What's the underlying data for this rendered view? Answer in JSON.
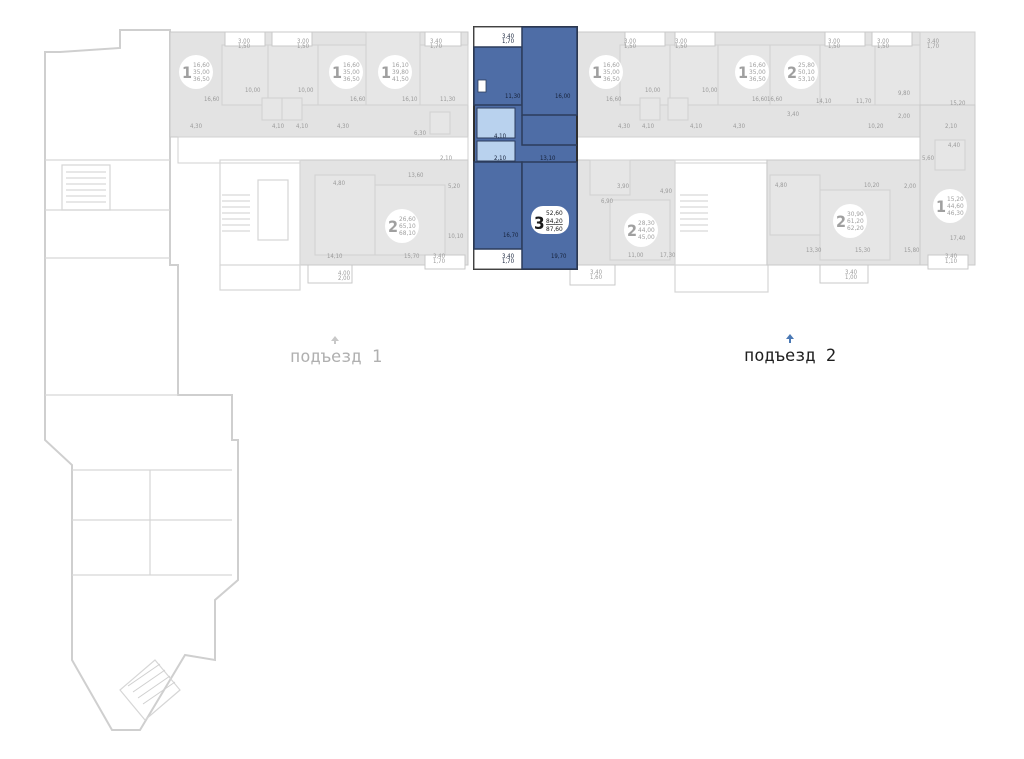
{
  "entrances": [
    {
      "label": "подъезд 1",
      "color": "#b0b0b0",
      "arrow_color": "#c8c8c8"
    },
    {
      "label": "подъезд 2",
      "color": "#1f1f1f",
      "arrow_color": "#4a78b4"
    }
  ],
  "selected_apartment": {
    "rooms": "3",
    "area_living": "52,60",
    "area_total": "84,20",
    "area_full": "87,60",
    "room_areas": [
      "3,40",
      "1,70",
      "11,30",
      "16,00",
      "4,10",
      "2,10",
      "13,10",
      "16,70",
      "19,70",
      "3,40",
      "1,70"
    ]
  },
  "apartments_entrance1_top": [
    {
      "rooms": "1",
      "lines": [
        "16,60",
        "35,00",
        "36,50"
      ]
    },
    {
      "rooms": "1",
      "lines": [
        "16,60",
        "35,00",
        "36,50"
      ]
    },
    {
      "rooms": "1",
      "lines": [
        "16,10",
        "39,80",
        "41,50"
      ]
    }
  ],
  "apartments_entrance1_bottom": [
    {
      "rooms": "2",
      "lines": [
        "26,60",
        "65,10",
        "68,10"
      ]
    }
  ],
  "apartments_entrance2_top": [
    {
      "rooms": "1",
      "lines": [
        "16,60",
        "35,00",
        "36,50"
      ]
    },
    {
      "rooms": "1",
      "lines": [
        "16,60",
        "35,00",
        "36,50"
      ]
    },
    {
      "rooms": "2",
      "lines": [
        "25,80",
        "50,10",
        "53,10"
      ]
    }
  ],
  "apartments_entrance2_bottom": [
    {
      "rooms": "2",
      "lines": [
        "28,30",
        "44,00",
        "45,00"
      ]
    },
    {
      "rooms": "2",
      "lines": [
        "30,90",
        "61,20",
        "62,20"
      ]
    },
    {
      "rooms": "1",
      "lines": [
        "15,20",
        "44,60",
        "46,30"
      ]
    }
  ],
  "room_labels": [
    "3,00",
    "1,50",
    "3,00",
    "1,50",
    "3,40",
    "1,70",
    "16,60",
    "10,00",
    "16,60",
    "10,00",
    "16,10",
    "11,30",
    "4,30",
    "4,30",
    "4,10",
    "4,10",
    "2,10",
    "6,30",
    "4,80",
    "13,60",
    "5,20",
    "10,10",
    "14,10",
    "15,70",
    "4,00",
    "2,00",
    "3,40",
    "1,70",
    "3,00",
    "1,50",
    "3,00",
    "1,50",
    "3,00",
    "1,50",
    "3,00",
    "1,50",
    "3,40",
    "1,70",
    "16,60",
    "10,00",
    "16,60",
    "10,00",
    "16,60",
    "14,10",
    "11,70",
    "9,80",
    "15,20",
    "4,30",
    "4,30",
    "4,10",
    "4,10",
    "3,40",
    "10,20",
    "2,00",
    "2,10",
    "4,40",
    "5,60",
    "3,90",
    "4,90",
    "6,90",
    "11,00",
    "17,30",
    "4,80",
    "10,20",
    "2,00",
    "13,30",
    "15,30",
    "15,80",
    "17,40",
    "3,40",
    "1,60",
    "3,40",
    "1,00",
    "3,40",
    "1,10"
  ],
  "colors": {
    "selected": "#4e6da6",
    "selected_bath": "#b9d2ee",
    "apartment_fill": "#e3e3e3",
    "wall": "#cfcfcf"
  }
}
